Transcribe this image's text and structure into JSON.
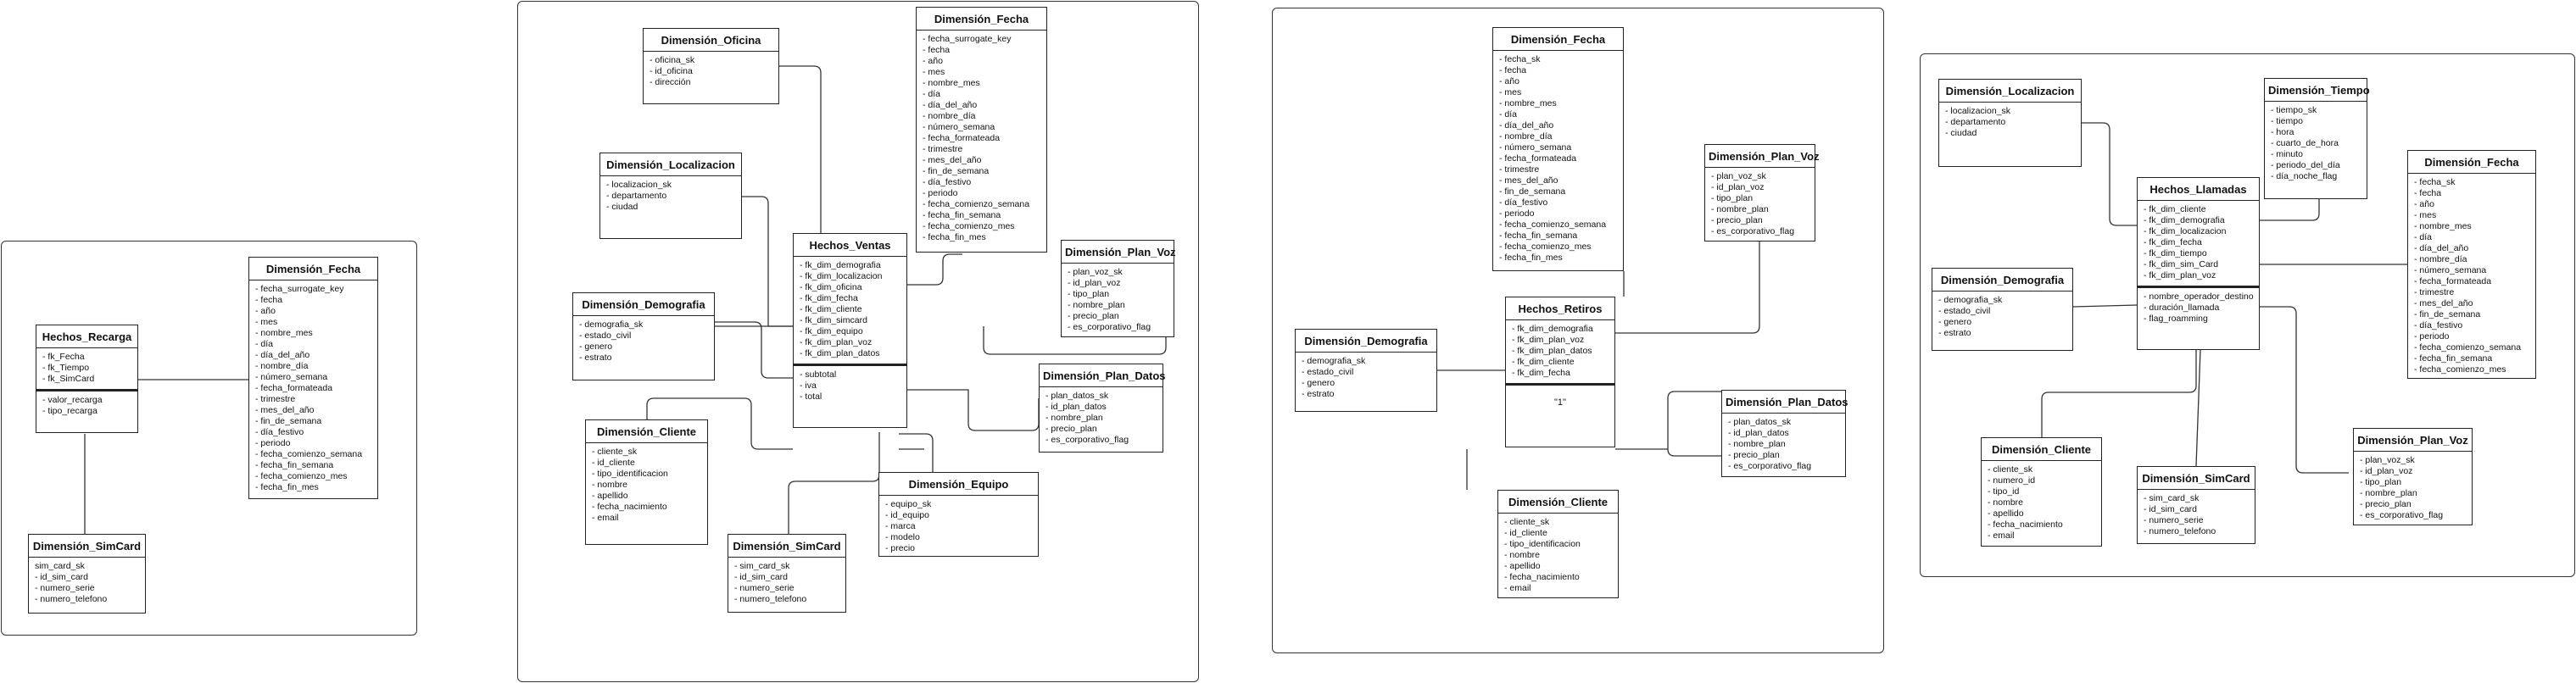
{
  "diagrams": [
    {
      "entities": {
        "hechos_recarga": {
          "title": "Hechos_Recarga",
          "fields": [
            "- fk_Fecha",
            "- fk_Tiempo",
            "- fk_SimCard"
          ],
          "fields2": [
            "- valor_recarga",
            "- tipo_recarga"
          ]
        },
        "dim_fecha": {
          "title": "Dimensión_Fecha",
          "fields": [
            "- fecha_surrogate_key",
            "- fecha",
            "- año",
            "- mes",
            "- nombre_mes",
            "- día",
            "- día_del_año",
            "- nombre_día",
            "- número_semana",
            "- fecha_formateada",
            "- trimestre",
            "- mes_del_año",
            "- fin_de_semana",
            "- día_festivo",
            "- periodo",
            "- fecha_comienzo_semana",
            "- fecha_fin_semana",
            "- fecha_comienzo_mes",
            "- fecha_fin_mes"
          ]
        },
        "dim_simcard": {
          "title": "Dimensión_SimCard",
          "fields": [
            "sim_card_sk",
            "- id_sim_card",
            "- numero_serie",
            "- numero_telefono"
          ]
        }
      }
    },
    {
      "entities": {
        "dim_oficina": {
          "title": "Dimensión_Oficina",
          "fields": [
            "- oficina_sk",
            "- id_oficina",
            "- dirección"
          ]
        },
        "dim_fecha": {
          "title": "Dimensión_Fecha",
          "fields": [
            "- fecha_surrogate_key",
            "- fecha",
            "- año",
            "- mes",
            "- nombre_mes",
            "- día",
            "- día_del_año",
            "- nombre_día",
            "- número_semana",
            "- fecha_formateada",
            "- trimestre",
            "- mes_del_año",
            "- fin_de_semana",
            "- día_festivo",
            "- periodo",
            "- fecha_comienzo_semana",
            "- fecha_fin_semana",
            "- fecha_comienzo_mes",
            "- fecha_fin_mes"
          ]
        },
        "dim_localizacion": {
          "title": "Dimensión_Localizacion",
          "fields": [
            "- localizacion_sk",
            "- departamento",
            "- ciudad"
          ]
        },
        "hechos_ventas": {
          "title": "Hechos_Ventas",
          "fields": [
            "- fk_dim_demografia",
            "- fk_dim_localizacion",
            "- fk_dim_oficina",
            "- fk_dim_fecha",
            "- fk_dim_cliente",
            "- fk_dim_simcard",
            "- fk_dim_equipo",
            "- fk_dim_plan_voz",
            "- fk_dim_plan_datos"
          ],
          "fields2": [
            "- subtotal",
            "- iva",
            "- total"
          ]
        },
        "dim_plan_voz": {
          "title": "Dimensión_Plan_Voz",
          "fields": [
            "- plan_voz_sk",
            "- id_plan_voz",
            "- tipo_plan",
            "- nombre_plan",
            "- precio_plan",
            "- es_corporativo_flag"
          ]
        },
        "dim_demografia": {
          "title": "Dimensión_Demografia",
          "fields": [
            "- demografia_sk",
            "- estado_civil",
            "- genero",
            "- estrato"
          ]
        },
        "dim_plan_datos": {
          "title": "Dimensión_Plan_Datos",
          "fields": [
            "- plan_datos_sk",
            "- id_plan_datos",
            "- nombre_plan",
            "- precio_plan",
            "- es_corporativo_flag"
          ]
        },
        "dim_cliente": {
          "title": "Dimensión_Cliente",
          "fields": [
            "- cliente_sk",
            "- id_cliente",
            "- tipo_identificacion",
            "- nombre",
            "- apellido",
            "- fecha_nacimiento",
            "- email"
          ]
        },
        "dim_equipo": {
          "title": "Dimensión_Equipo",
          "fields": [
            "- equipo_sk",
            "- id_equipo",
            "- marca",
            "- modelo",
            "- precio"
          ]
        },
        "dim_simcard": {
          "title": "Dimensión_SimCard",
          "fields": [
            "- sim_card_sk",
            "- id_sim_card",
            "- numero_serie",
            "- numero_telefono"
          ]
        }
      }
    },
    {
      "entities": {
        "dim_fecha": {
          "title": "Dimensión_Fecha",
          "fields": [
            "- fecha_sk",
            "- fecha",
            "- año",
            "- mes",
            "- nombre_mes",
            "- día",
            "- día_del_año",
            "- nombre_día",
            "- número_semana",
            "- fecha_formateada",
            "- trimestre",
            "- mes_del_año",
            "- fin_de_semana",
            "- día_festivo",
            "- periodo",
            "- fecha_comienzo_semana",
            "- fecha_fin_semana",
            "- fecha_comienzo_mes",
            "- fecha_fin_mes"
          ]
        },
        "dim_plan_voz": {
          "title": "Dimensión_Plan_Voz",
          "fields": [
            "- plan_voz_sk",
            "- id_plan_voz",
            "- tipo_plan",
            "- nombre_plan",
            "- precio_plan",
            "- es_corporativo_flag"
          ]
        },
        "hechos_retiros": {
          "title": "Hechos_Retiros",
          "fields": [
            "- fk_dim_demografia",
            "- fk_dim_plan_voz",
            "- fk_dim_plan_datos",
            "- fk_dim_cliente",
            "- fk_dim_fecha"
          ],
          "note": "\"1\""
        },
        "dim_demografia": {
          "title": "Dimensión_Demografia",
          "fields": [
            "- demografia_sk",
            "- estado_civil",
            "- genero",
            "- estrato"
          ]
        },
        "dim_plan_datos": {
          "title": "Dimensión_Plan_Datos",
          "fields": [
            "- plan_datos_sk",
            "- id_plan_datos",
            "- nombre_plan",
            "- precio_plan",
            "- es_corporativo_flag"
          ]
        },
        "dim_cliente": {
          "title": "Dimensión_Cliente",
          "fields": [
            "- cliente_sk",
            "- id_cliente",
            "- tipo_identificacion",
            "- nombre",
            "- apellido",
            "- fecha_nacimiento",
            "- email"
          ]
        }
      }
    },
    {
      "entities": {
        "dim_localizacion": {
          "title": "Dimensión_Localizacion",
          "fields": [
            "- localizacion_sk",
            "- departamento",
            "- ciudad"
          ]
        },
        "dim_tiempo": {
          "title": "Dimensión_Tiempo",
          "fields": [
            "- tiempo_sk",
            "- tiempo",
            "- hora",
            "- cuarto_de_hora",
            "- minuto",
            "- periodo_del_día",
            "- día_noche_flag"
          ]
        },
        "hechos_llamadas": {
          "title": "Hechos_Llamadas",
          "fields": [
            "- fk_dim_cliente",
            "- fk_dim_demografia",
            "- fk_dim_localizacion",
            "- fk_dim_fecha",
            "- fk_dim_tiempo",
            "- fk_dim_sim_Card",
            "- fk_dim_plan_voz"
          ],
          "fields2": [
            "- nombre_operador_destino",
            "- duración_llamada",
            "- flag_roamming"
          ]
        },
        "dim_fecha": {
          "title": "Dimensión_Fecha",
          "fields": [
            "- fecha_sk",
            "- fecha",
            "- año",
            "- mes",
            "- nombre_mes",
            "- día",
            "- día_del_año",
            "- nombre_día",
            "- número_semana",
            "- fecha_formateada",
            "- trimestre",
            "- mes_del_año",
            "- fin_de_semana",
            "- día_festivo",
            "- periodo",
            "- fecha_comienzo_semana",
            "- fecha_fin_semana",
            "- fecha_comienzo_mes"
          ]
        },
        "dim_demografia": {
          "title": "Dimensión_Demografia",
          "fields": [
            "- demografia_sk",
            "- estado_civil",
            "- genero",
            "- estrato"
          ]
        },
        "dim_cliente": {
          "title": "Dimensión_Cliente",
          "fields": [
            "- cliente_sk",
            "- numero_id",
            "- tipo_id",
            "- nombre",
            "- apellido",
            "- fecha_nacimiento",
            "- email"
          ]
        },
        "dim_simcard": {
          "title": "Dimensión_SimCard",
          "fields": [
            "- sim_card_sk",
            "- id_sim_card",
            "- numero_serie",
            "- numero_telefono"
          ]
        },
        "dim_plan_voz": {
          "title": "Dimensión_Plan_Voz",
          "fields": [
            "- plan_voz_sk",
            "- id_plan_voz",
            "- tipo_plan",
            "- nombre_plan",
            "- precio_plan",
            "- es_corporativo_flag"
          ]
        }
      }
    }
  ]
}
